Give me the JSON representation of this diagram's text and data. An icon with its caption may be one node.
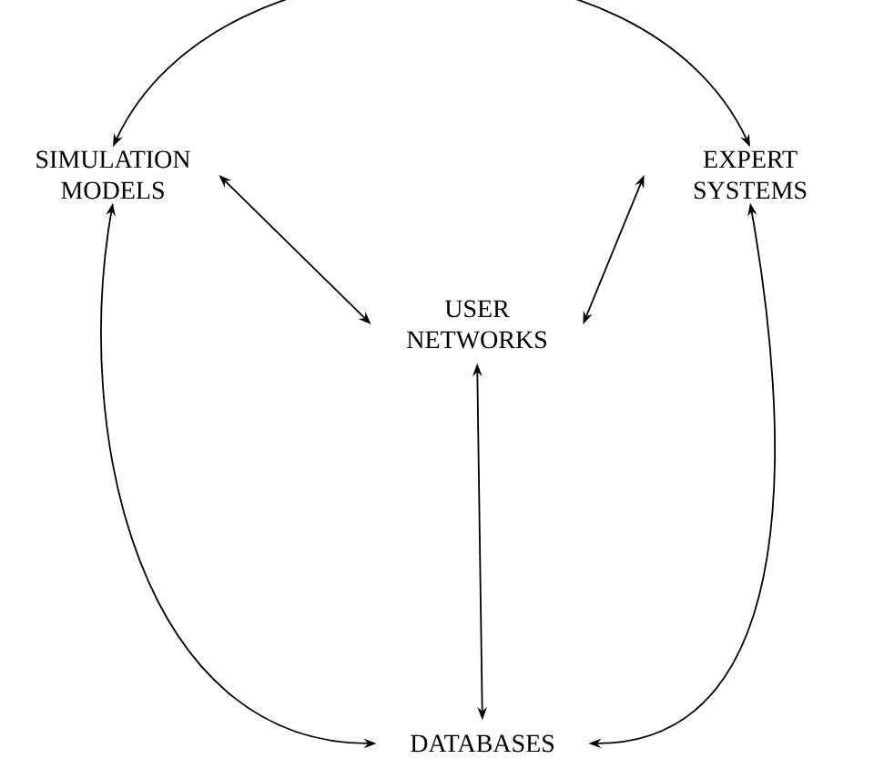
{
  "diagram": {
    "nodes": [
      {
        "text": [
          "SIMULATION MODELS"
        ]
      },
      {
        "text": [
          "EXPERT SYSTEMS"
        ]
      },
      {
        "text": [
          "USER NETWORKS"
        ]
      },
      {
        "text": [
          "DATABASES"
        ]
      }
    ],
    "edges": [
      {
        "from": 0,
        "to": 1,
        "arrow": "both"
      },
      {
        "from": 0,
        "to": 2,
        "arrow": "both"
      },
      {
        "from": 1,
        "to": 2,
        "arrow": "both"
      },
      {
        "from": 2,
        "to": 3,
        "arrow": "both"
      },
      {
        "from": 0,
        "to": 3,
        "arrow": "both"
      },
      {
        "from": 1,
        "to": 3,
        "arrow": "both"
      }
    ]
  }
}
